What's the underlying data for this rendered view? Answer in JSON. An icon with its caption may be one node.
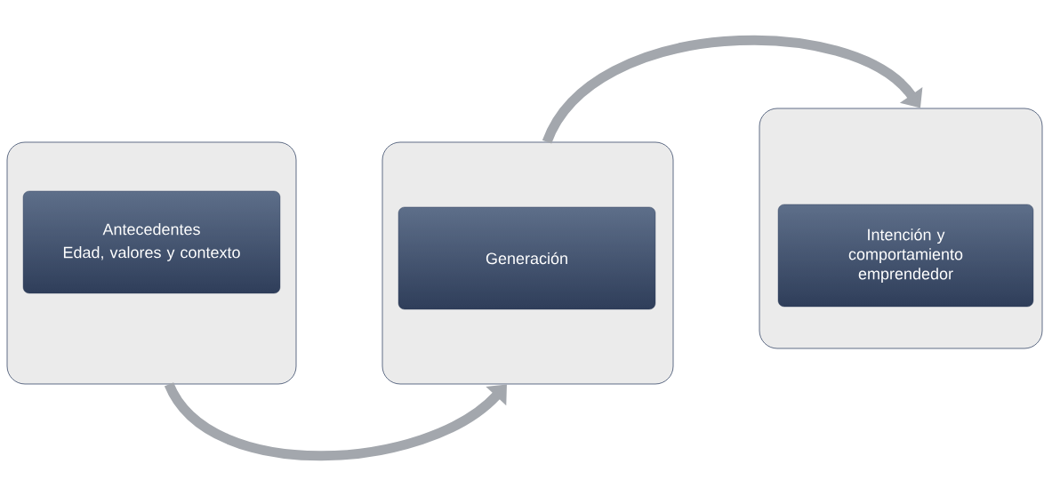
{
  "diagram": {
    "nodes": [
      {
        "text": [],
        "shape": "box"
      },
      {
        "text": [
          "Antecedentes",
          "Edad, valores y contexto"
        ],
        "in": 0
      },
      {
        "text": [],
        "shape": "box"
      },
      {
        "text": [
          "Generación"
        ],
        "in": 2
      },
      {
        "text": [],
        "shape": "box"
      },
      {
        "text": [
          "Intención y comportamiento emprendedor"
        ],
        "in": 4
      }
    ],
    "edges": [
      {
        "from": 0,
        "to": 2,
        "arrow": "to"
      },
      {
        "from": 2,
        "to": 4,
        "arrow": "to"
      }
    ]
  }
}
